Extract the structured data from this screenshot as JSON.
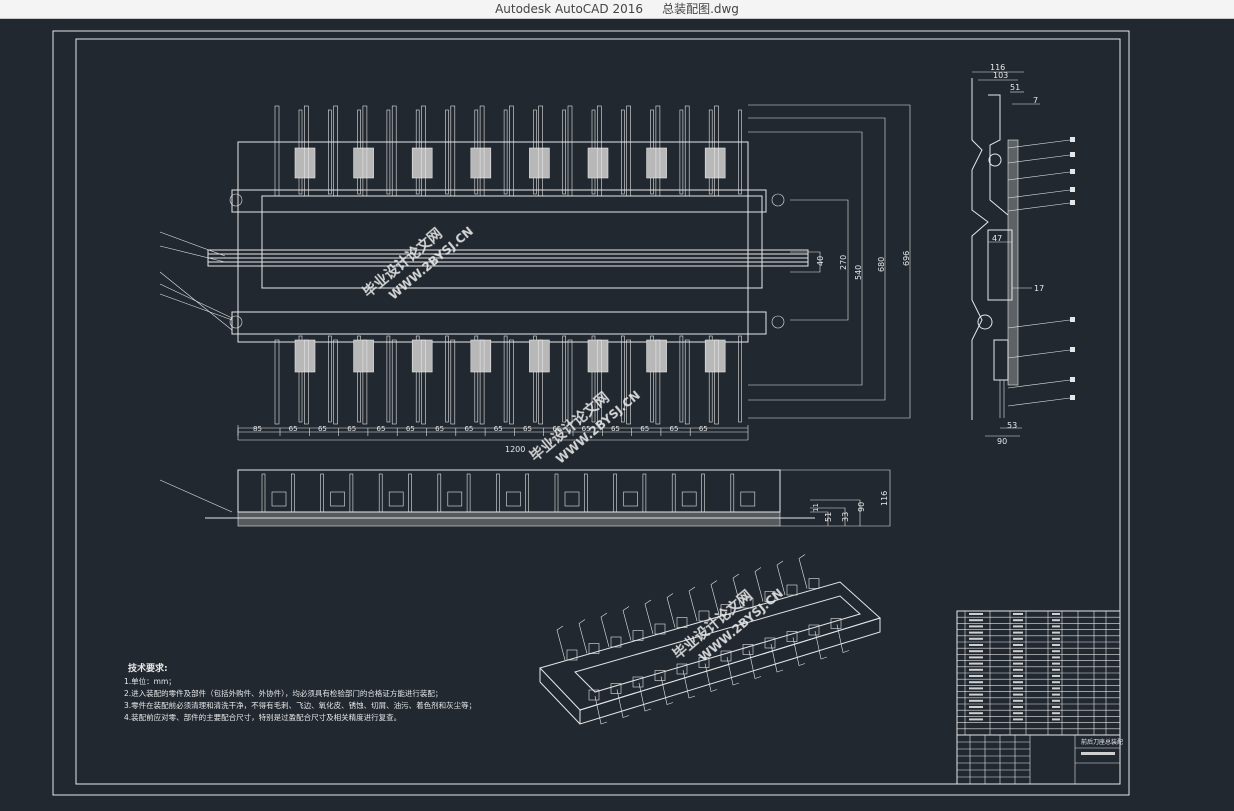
{
  "window": {
    "app_title": "Autodesk AutoCAD 2016",
    "file_name": "总装配图.dwg"
  },
  "drawing": {
    "front_dims": [
      "85",
      "65",
      "65",
      "65",
      "65",
      "65",
      "65",
      "65",
      "65",
      "65",
      "65",
      "65",
      "65",
      "65",
      "65",
      "65",
      "65"
    ],
    "overall_width": "1200",
    "right_dims": [
      "40",
      "270",
      "540",
      "680",
      "696"
    ],
    "side_top_dims": [
      "116",
      "103",
      "51",
      "7"
    ],
    "side_mid_dims": [
      "47",
      "17"
    ],
    "side_bottom_dims": [
      "53",
      "90"
    ],
    "bottom_view_dims": [
      "51",
      "33",
      "90",
      "116",
      "11"
    ],
    "watermark": "毕业设计论文网",
    "watermark_url": "WWW.2BYSJ.CN"
  },
  "notes": {
    "heading": "技术要求:",
    "lines": [
      "1.单位：mm；",
      "2.进入装配的零件及部件（包括外购件、外协件），均必须具有检验部门的合格证方能进行装配；",
      "3.零件在装配前必须清理和清洗干净，不得有毛刺、飞边、氧化皮、锈蚀、切屑、油污、着色剂和灰尘等；",
      "4.装配前应对零、部件的主要配合尺寸，特别是过盈配合尺寸及相关精度进行复查。"
    ]
  },
  "title_block": {
    "name": "前后刀座总装配"
  }
}
